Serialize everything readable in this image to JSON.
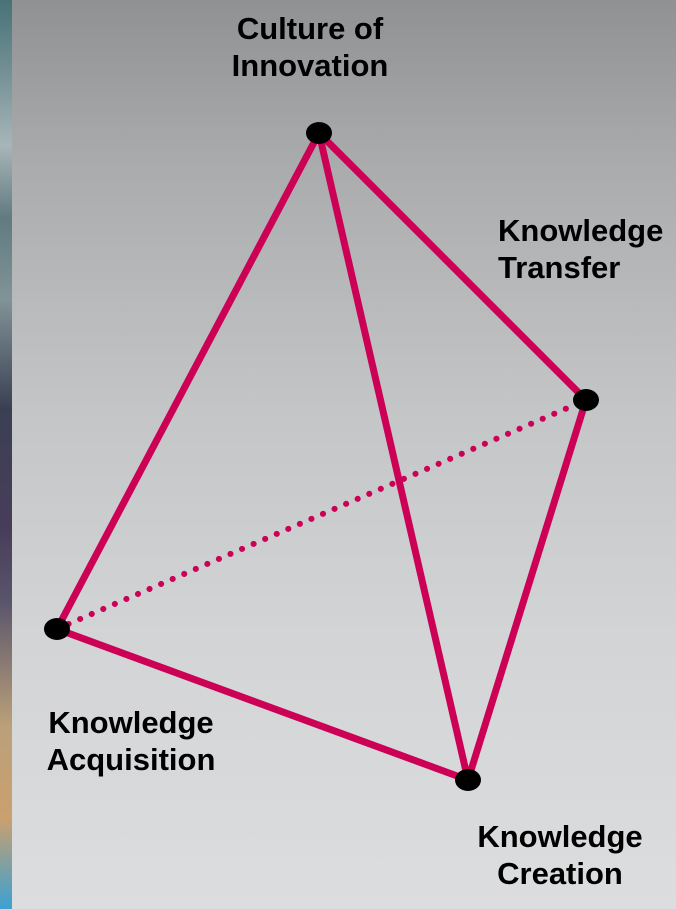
{
  "diagram": {
    "nodes": [
      {
        "id": "top",
        "line1": "Culture of",
        "line2": "Innovation"
      },
      {
        "id": "right",
        "line1": "Knowledge",
        "line2": "Transfer"
      },
      {
        "id": "left",
        "line1": "Knowledge",
        "line2": "Acquisition"
      },
      {
        "id": "bottom",
        "line1": "Knowledge",
        "line2": "Creation"
      }
    ],
    "edges": [
      {
        "from": "top",
        "to": "left",
        "style": "solid"
      },
      {
        "from": "top",
        "to": "right",
        "style": "solid"
      },
      {
        "from": "top",
        "to": "bottom",
        "style": "solid"
      },
      {
        "from": "left",
        "to": "bottom",
        "style": "solid"
      },
      {
        "from": "right",
        "to": "bottom",
        "style": "solid"
      },
      {
        "from": "left",
        "to": "right",
        "style": "dotted"
      }
    ],
    "colors": {
      "edge": "#cc0055",
      "node": "#000000",
      "text": "#000000"
    }
  }
}
